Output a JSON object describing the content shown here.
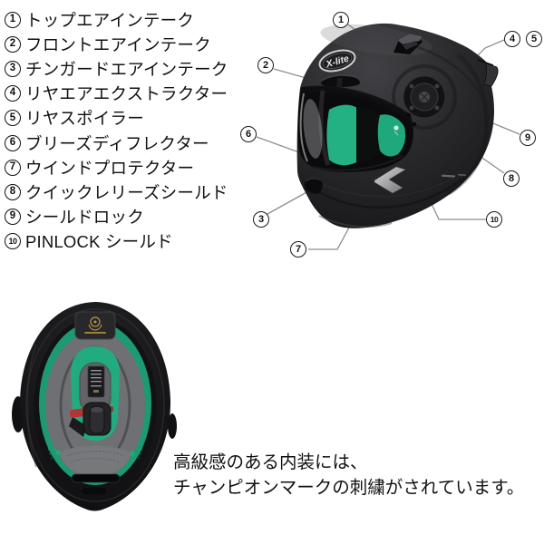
{
  "feature_list": {
    "items": [
      {
        "num": "1",
        "label": "トップエアインテーク"
      },
      {
        "num": "2",
        "label": "フロントエアインテーク"
      },
      {
        "num": "3",
        "label": "チンガードエアインテーク"
      },
      {
        "num": "4",
        "label": "リヤエアエクストラクター"
      },
      {
        "num": "5",
        "label": "リヤスポイラー"
      },
      {
        "num": "6",
        "label": "ブリーズディフレクター"
      },
      {
        "num": "7",
        "label": "ウインドプロテクター"
      },
      {
        "num": "8",
        "label": "クイックレリーズシールド"
      },
      {
        "num": "9",
        "label": "シールドロック"
      },
      {
        "num": "10",
        "label": "PINLOCK シールド"
      }
    ]
  },
  "diagram": {
    "brand_logo": "X-lite"
  },
  "caption": {
    "line1": "高級感のある内装には、",
    "line2": "チャンピオンマークの刺繍がされています。"
  },
  "colors": {
    "background": "#ffffff",
    "text": "#111111",
    "shell_dark": "#232325",
    "interior_green": "#1fae7e",
    "accent_silver": "#a9a9ab",
    "champion_gold": "#b6973f",
    "strap_red": "#b53434",
    "leader_line": "#8f8f91"
  }
}
